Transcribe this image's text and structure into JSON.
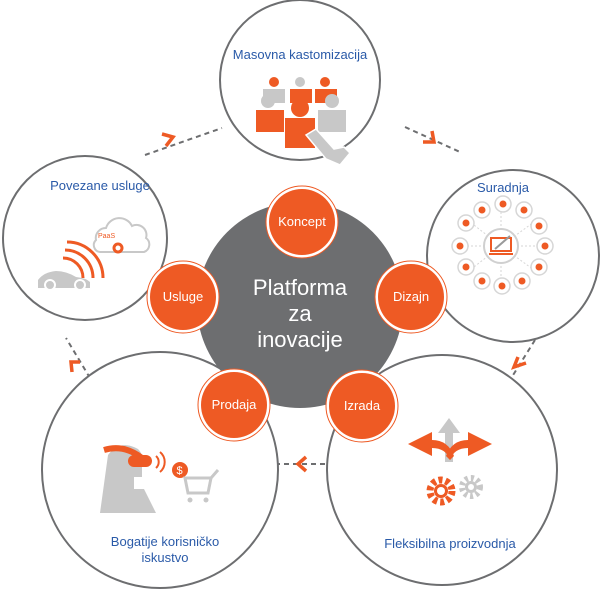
{
  "colors": {
    "accent": "#ee5a24",
    "center_fill": "#6d6e70",
    "outline": "#6d6e70",
    "label_blue": "#2a5aa8",
    "icon_gray": "#c8c8c8"
  },
  "center": {
    "line1": "Platforma",
    "line2": "za",
    "line3": "inovacije"
  },
  "stages": [
    {
      "label": "Koncept"
    },
    {
      "label": "Dizajn"
    },
    {
      "label": "Izrada"
    },
    {
      "label": "Prodaja"
    },
    {
      "label": "Usluge"
    }
  ],
  "outcomes": [
    {
      "title": "Masovna kastomizacija",
      "icon": "crowd-selection-icon"
    },
    {
      "title": "Suradnja",
      "icon": "collaboration-network-icon"
    },
    {
      "title": "Fleksibilna proizvodnja",
      "icon": "flexible-manufacturing-icon"
    },
    {
      "title_line1": "Bogatije korisničko",
      "title_line2": "iskustvo",
      "icon": "vr-shopping-icon"
    },
    {
      "title": "Povezane usluge",
      "icon": "connected-car-cloud-icon",
      "cloud_text": "PaaS"
    }
  ]
}
